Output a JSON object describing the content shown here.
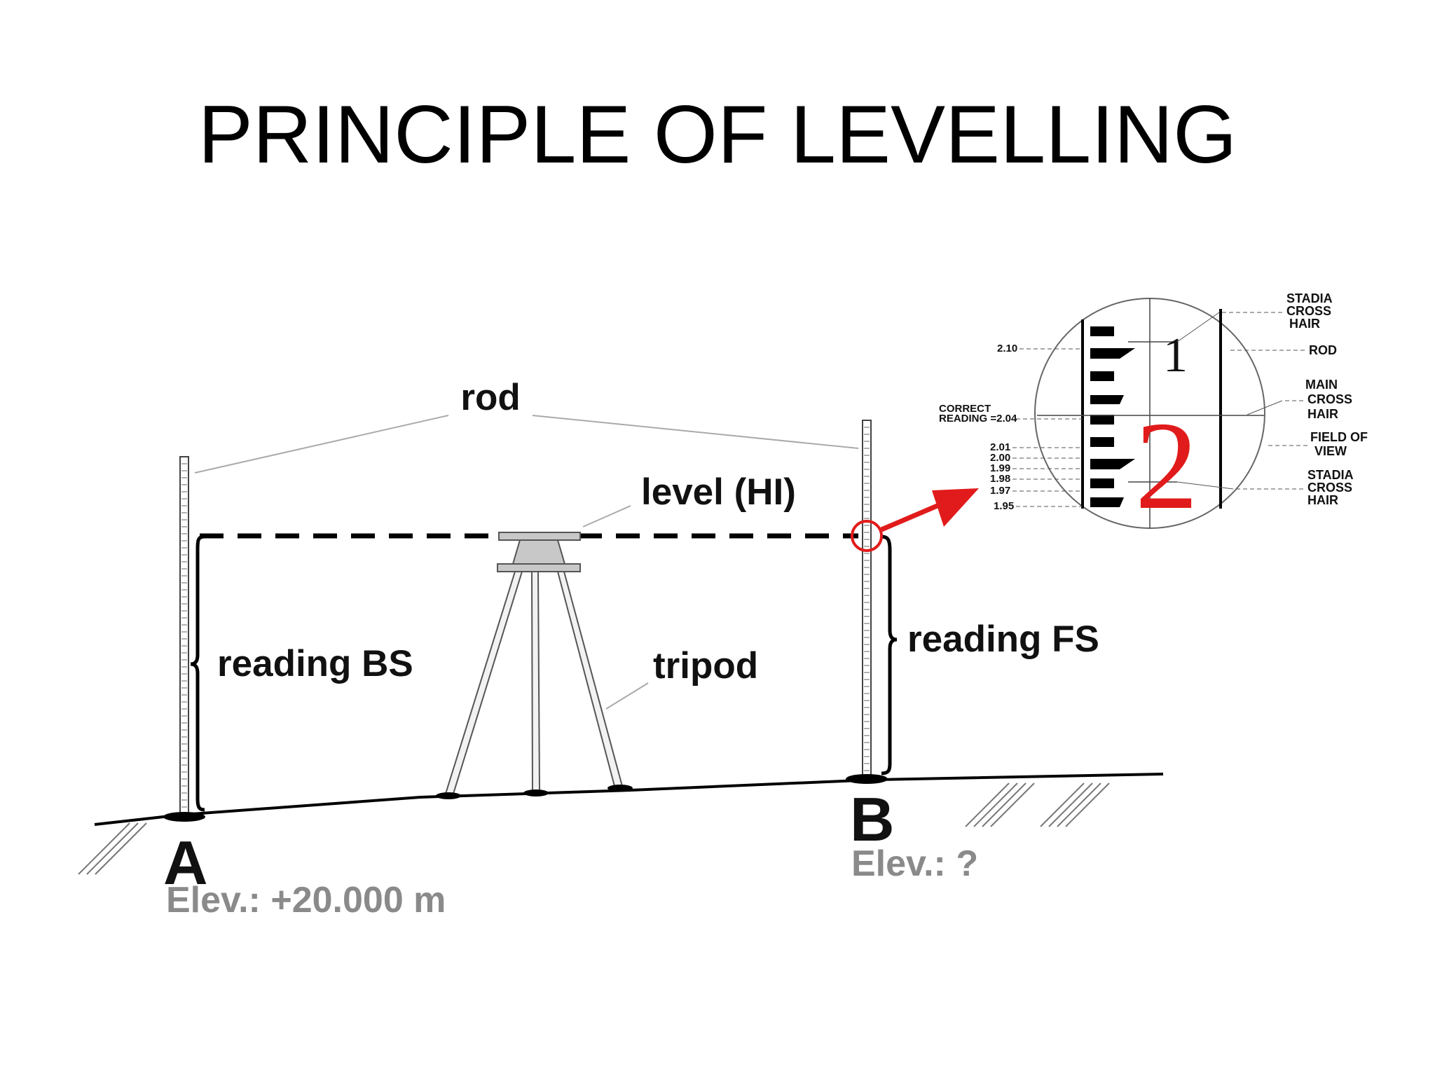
{
  "title": "PRINCIPLE OF LEVELLING",
  "labels": {
    "rod": "rod",
    "level": "level (HI)",
    "tripod": "tripod",
    "reading_bs": "reading BS",
    "reading_fs": "reading FS",
    "point_a": "A",
    "point_b": "B",
    "elev_a": "Elev.: +20.000 m",
    "elev_b": "Elev.: ?"
  },
  "inset": {
    "readings": [
      "2.10",
      "2.01",
      "2.00",
      "1.99",
      "1.98",
      "1.97",
      "1.95"
    ],
    "correct_reading_line1": "CORRECT",
    "correct_reading_line2": "READING =2.04",
    "digit_upper": "1",
    "digit_lower": "2",
    "callouts": {
      "stadia_top": [
        "STADIA",
        "CROSS",
        "HAIR"
      ],
      "rod": [
        "ROD"
      ],
      "main_cross_hair": [
        "MAIN",
        "CROSS",
        "HAIR"
      ],
      "field_of_view": [
        "FIELD OF",
        "VIEW"
      ],
      "stadia_bottom": [
        "STADIA",
        "CROSS",
        "HAIR"
      ]
    }
  },
  "colors": {
    "highlight": "#e11b1b",
    "elevation_text": "#8a8a8a",
    "instrument": "#c8c8c8"
  }
}
